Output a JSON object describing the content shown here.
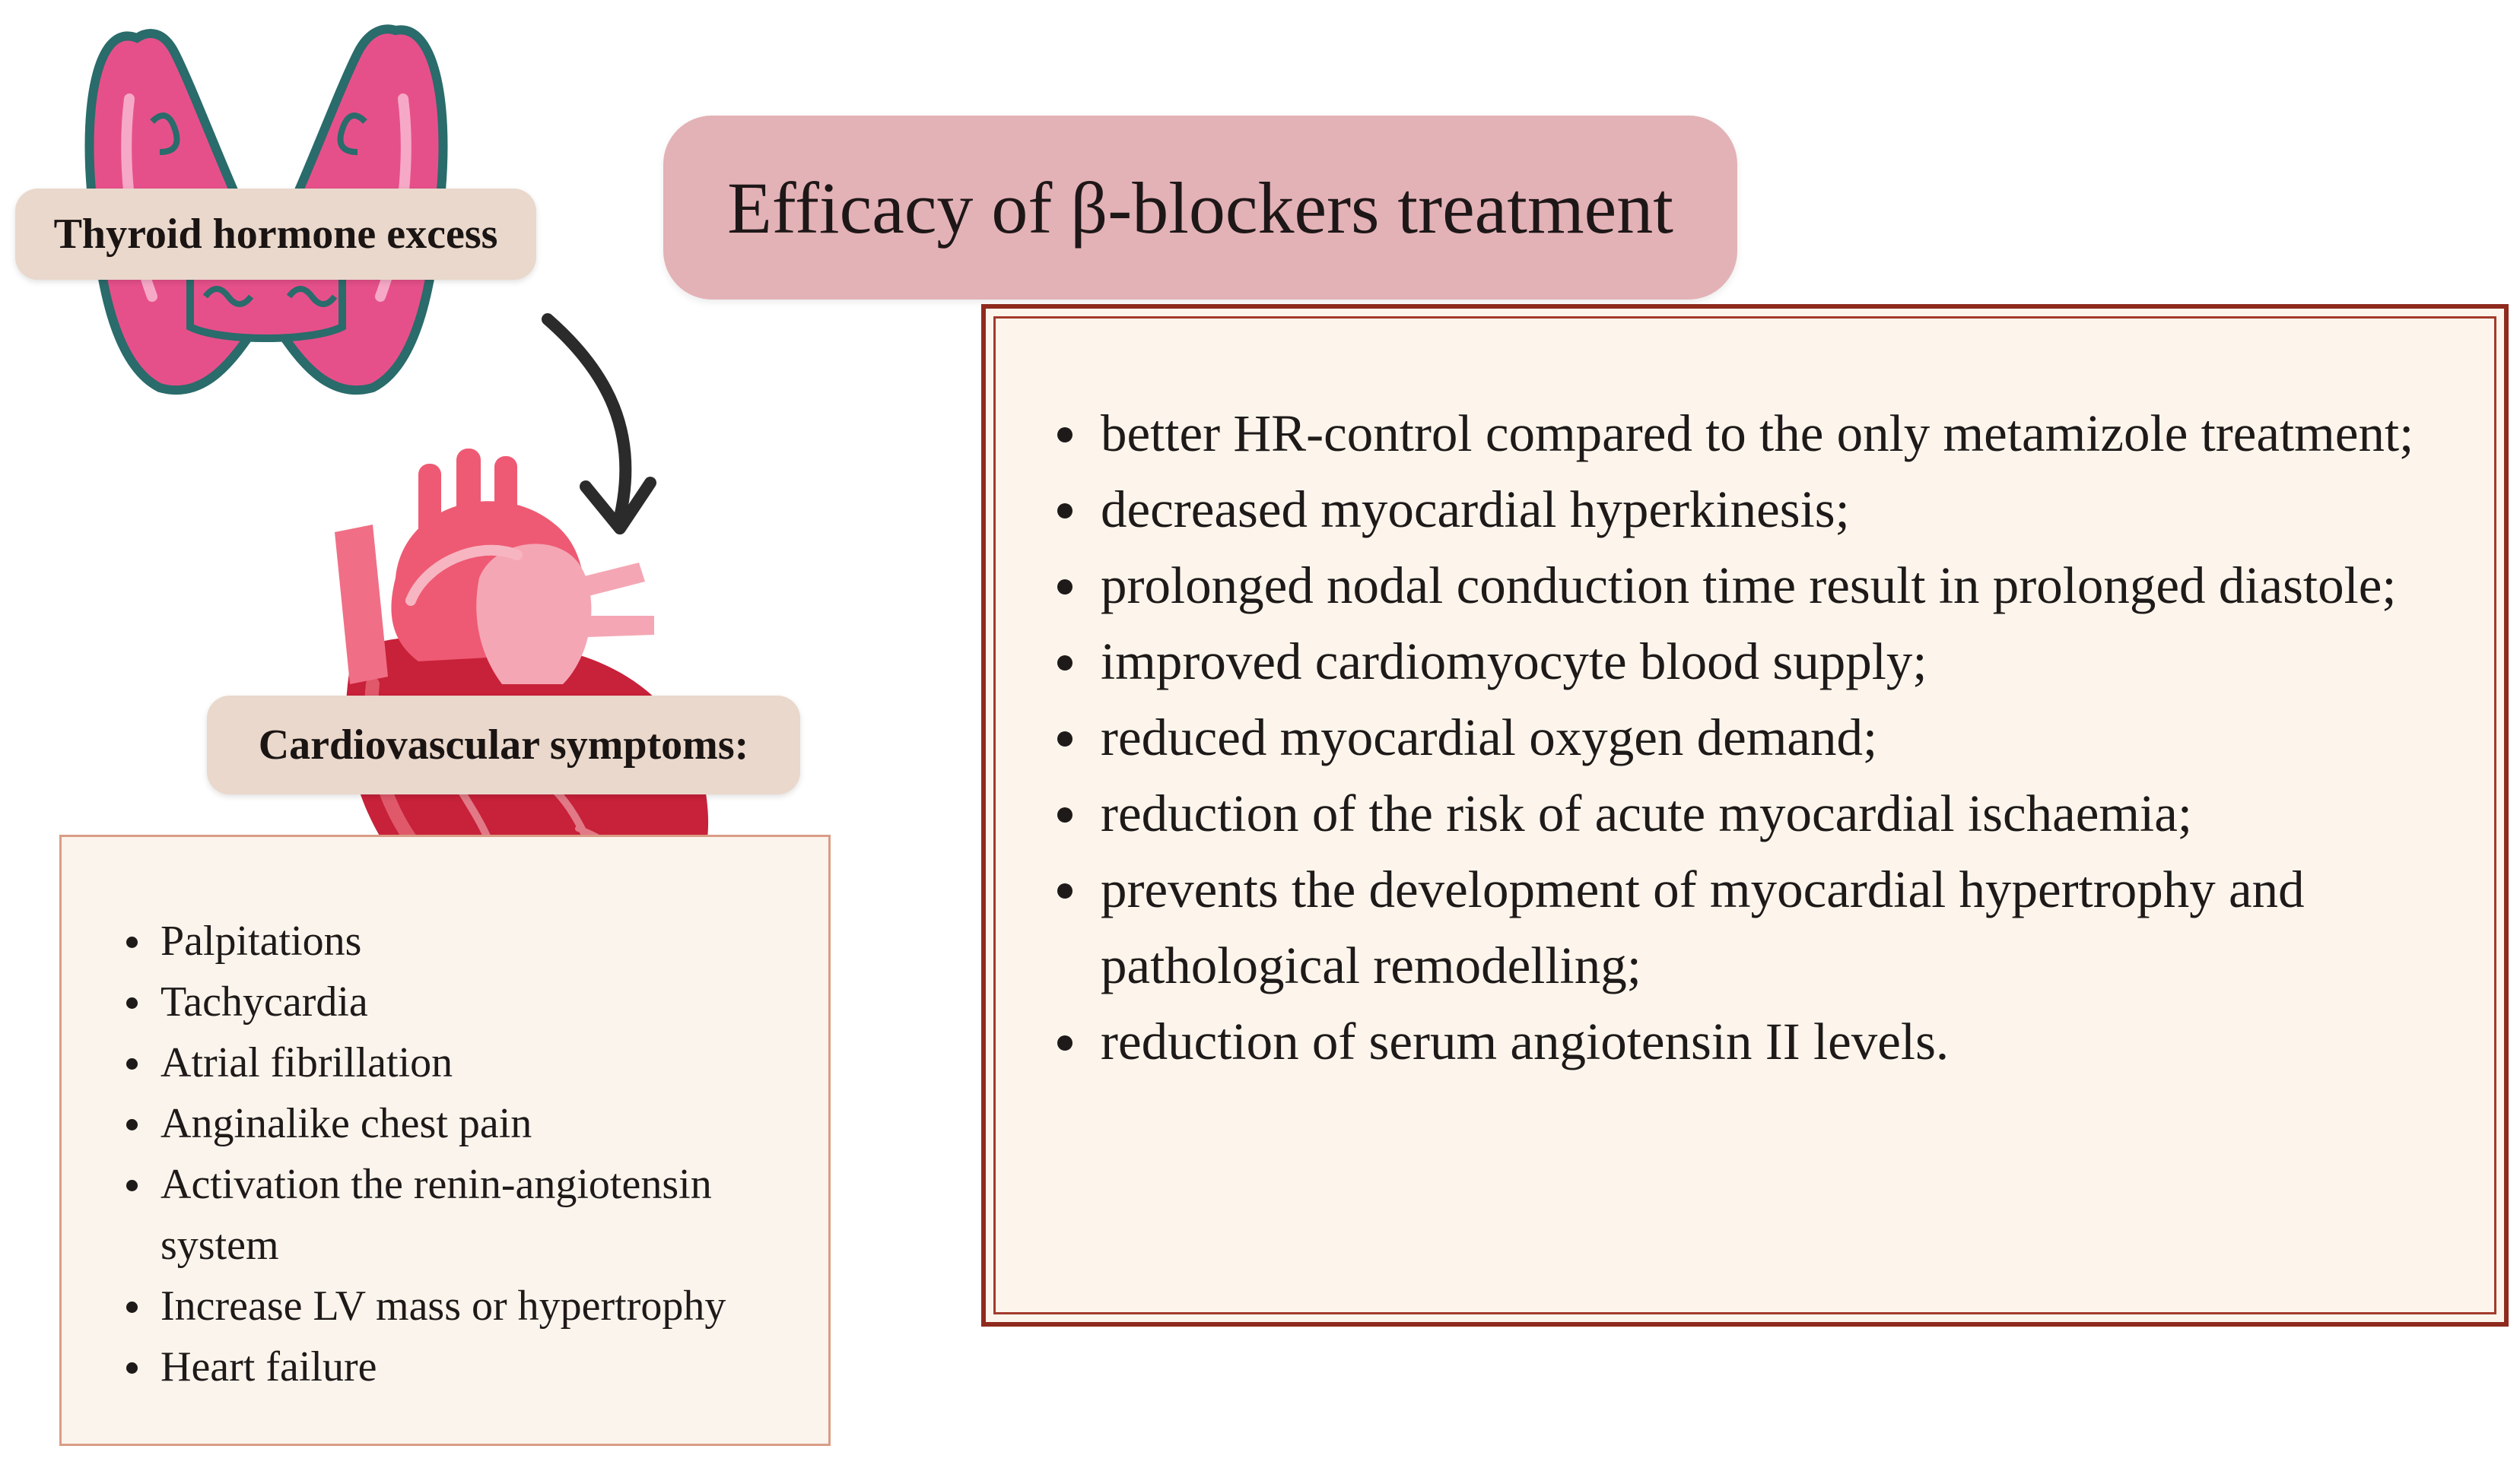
{
  "thyroid_label": "Thyroid hormone excess",
  "cardio_label": "Cardiovascular symptoms:",
  "symptoms": [
    "Palpitations",
    "Tachycardia",
    "Atrial fibrillation",
    "Anginalike chest pain",
    "Activation the renin-angiotensin system",
    "Increase LV mass or hypertrophy",
    "Heart failure"
  ],
  "title": "Efficacy of β-blockers treatment",
  "efficacy": [
    "better HR-control compared to the only metamizole treatment;",
    "decreased myocardial hyperkinesis;",
    "prolonged nodal conduction time result in prolonged diastole;",
    "improved cardiomyocyte blood supply;",
    "reduced myocardial oxygen demand;",
    "reduction of the risk of acute myocardial ischaemia;",
    "prevents the development of myocardial hypertrophy and pathological remodelling;",
    "reduction of serum angiotensin II levels."
  ],
  "colors": {
    "title_pill": "#e3b2b6",
    "label_pill": "#e9d8cb",
    "efficacy_border": "#8f2a1e",
    "symptoms_border": "#d99c86",
    "thyroid_pink": "#e6508a",
    "thyroid_outline": "#2a6b6b",
    "heart_red": "#c8213a"
  },
  "icons": [
    "thyroid-illustration",
    "heart-illustration",
    "curved-arrow-icon"
  ]
}
